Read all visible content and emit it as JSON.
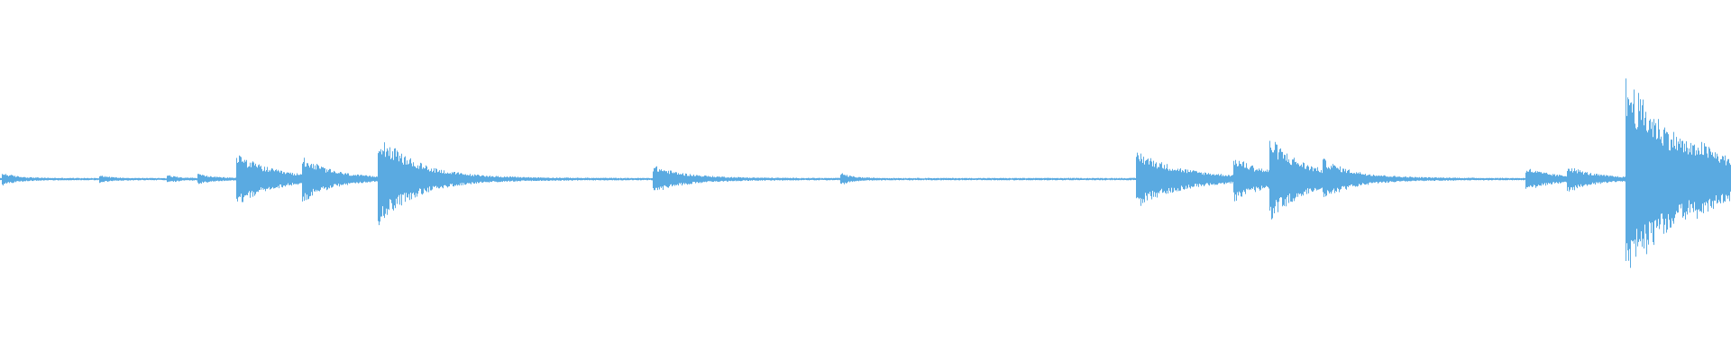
{
  "waveform": {
    "color": "#5aaae1",
    "background": "#ffffff",
    "events": [
      {
        "t": 0.002,
        "amp": 0.05,
        "decay": 0.008
      },
      {
        "t": 0.058,
        "amp": 0.03,
        "decay": 0.006
      },
      {
        "t": 0.097,
        "amp": 0.03,
        "decay": 0.006
      },
      {
        "t": 0.115,
        "amp": 0.04,
        "decay": 0.008
      },
      {
        "t": 0.137,
        "amp": 0.25,
        "decay": 0.02
      },
      {
        "t": 0.175,
        "amp": 0.18,
        "decay": 0.016
      },
      {
        "t": 0.219,
        "amp": 0.42,
        "decay": 0.022
      },
      {
        "t": 0.378,
        "amp": 0.12,
        "decay": 0.018
      },
      {
        "t": 0.486,
        "amp": 0.05,
        "decay": 0.006
      },
      {
        "t": 0.657,
        "amp": 0.27,
        "decay": 0.025
      },
      {
        "t": 0.713,
        "amp": 0.18,
        "decay": 0.02
      },
      {
        "t": 0.734,
        "amp": 0.32,
        "decay": 0.02
      },
      {
        "t": 0.765,
        "amp": 0.1,
        "decay": 0.016
      },
      {
        "t": 0.882,
        "amp": 0.1,
        "decay": 0.016
      },
      {
        "t": 0.906,
        "amp": 0.1,
        "decay": 0.014
      },
      {
        "t": 0.94,
        "amp": 0.98,
        "decay": 0.035
      },
      {
        "t": 0.981,
        "amp": 0.08,
        "decay": 0.015
      }
    ],
    "noise_floor": 0.012
  }
}
